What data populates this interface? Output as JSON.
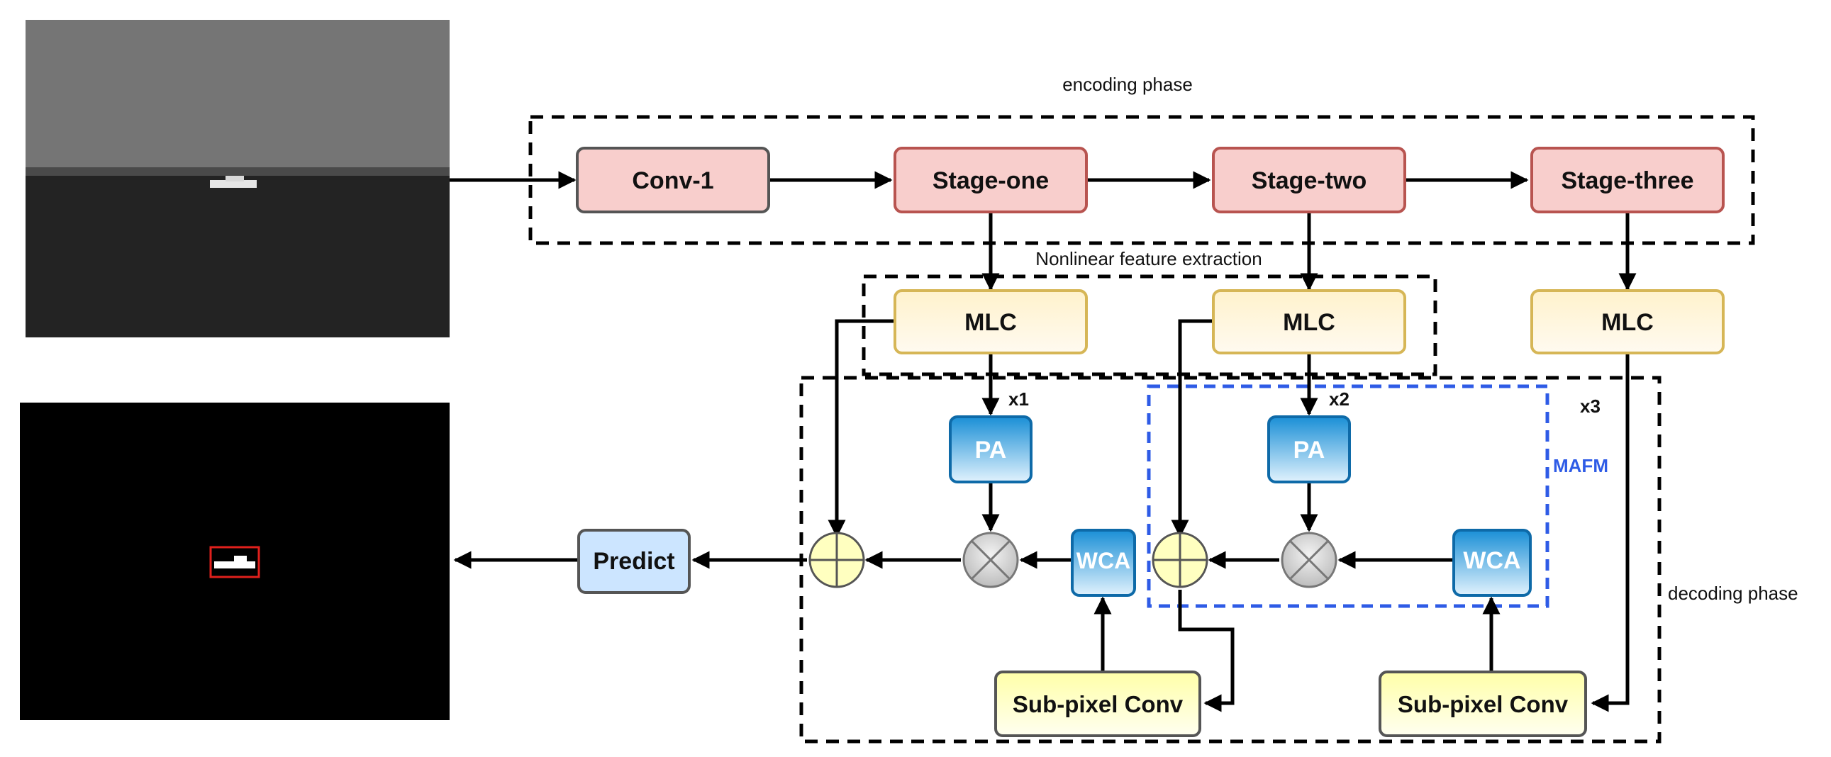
{
  "labels": {
    "encoding_phase": "encoding phase",
    "nonlinear": "Nonlinear feature extraction",
    "decoding_phase": "decoding phase",
    "mafm": "MAFM",
    "x1": "x1",
    "x2": "x2",
    "x3": "x3"
  },
  "blocks": {
    "conv1": "Conv-1",
    "stage_one": "Stage-one",
    "stage_two": "Stage-two",
    "stage_three": "Stage-three",
    "mlc": "MLC",
    "pa": "PA",
    "wca": "WCA",
    "subpixel": "Sub-pixel Conv",
    "predict": "Predict"
  },
  "colors": {
    "stage_fill": "#f8cecc",
    "stage_stroke": "#b85450",
    "mlc_fill": "#fff2cc",
    "mlc_stroke": "#d6b656",
    "blue_top": "#1a8fd6",
    "blue_bottom": "#e8f4fc",
    "blue_stroke": "#0e6aa8",
    "subpixel_fill": "#ffffb3",
    "predict_fill": "#cce5ff",
    "mafm_border": "#2e5be6"
  }
}
